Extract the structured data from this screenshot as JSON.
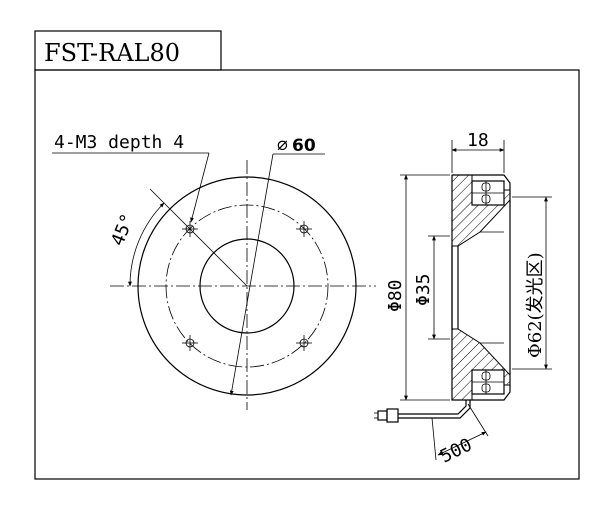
{
  "title": "FST-RAL80",
  "front_view": {
    "thread_label": "4-M3 depth 4",
    "angle_label": "45°",
    "diameter_symbol": "⌀",
    "diameter_value": "60"
  },
  "side_view": {
    "width_label": "18",
    "outer_diameter_label": "Φ80",
    "inner_diameter_label": "Φ35",
    "light_zone_label": "Φ62(发光区)",
    "cable_length_label": "500"
  }
}
